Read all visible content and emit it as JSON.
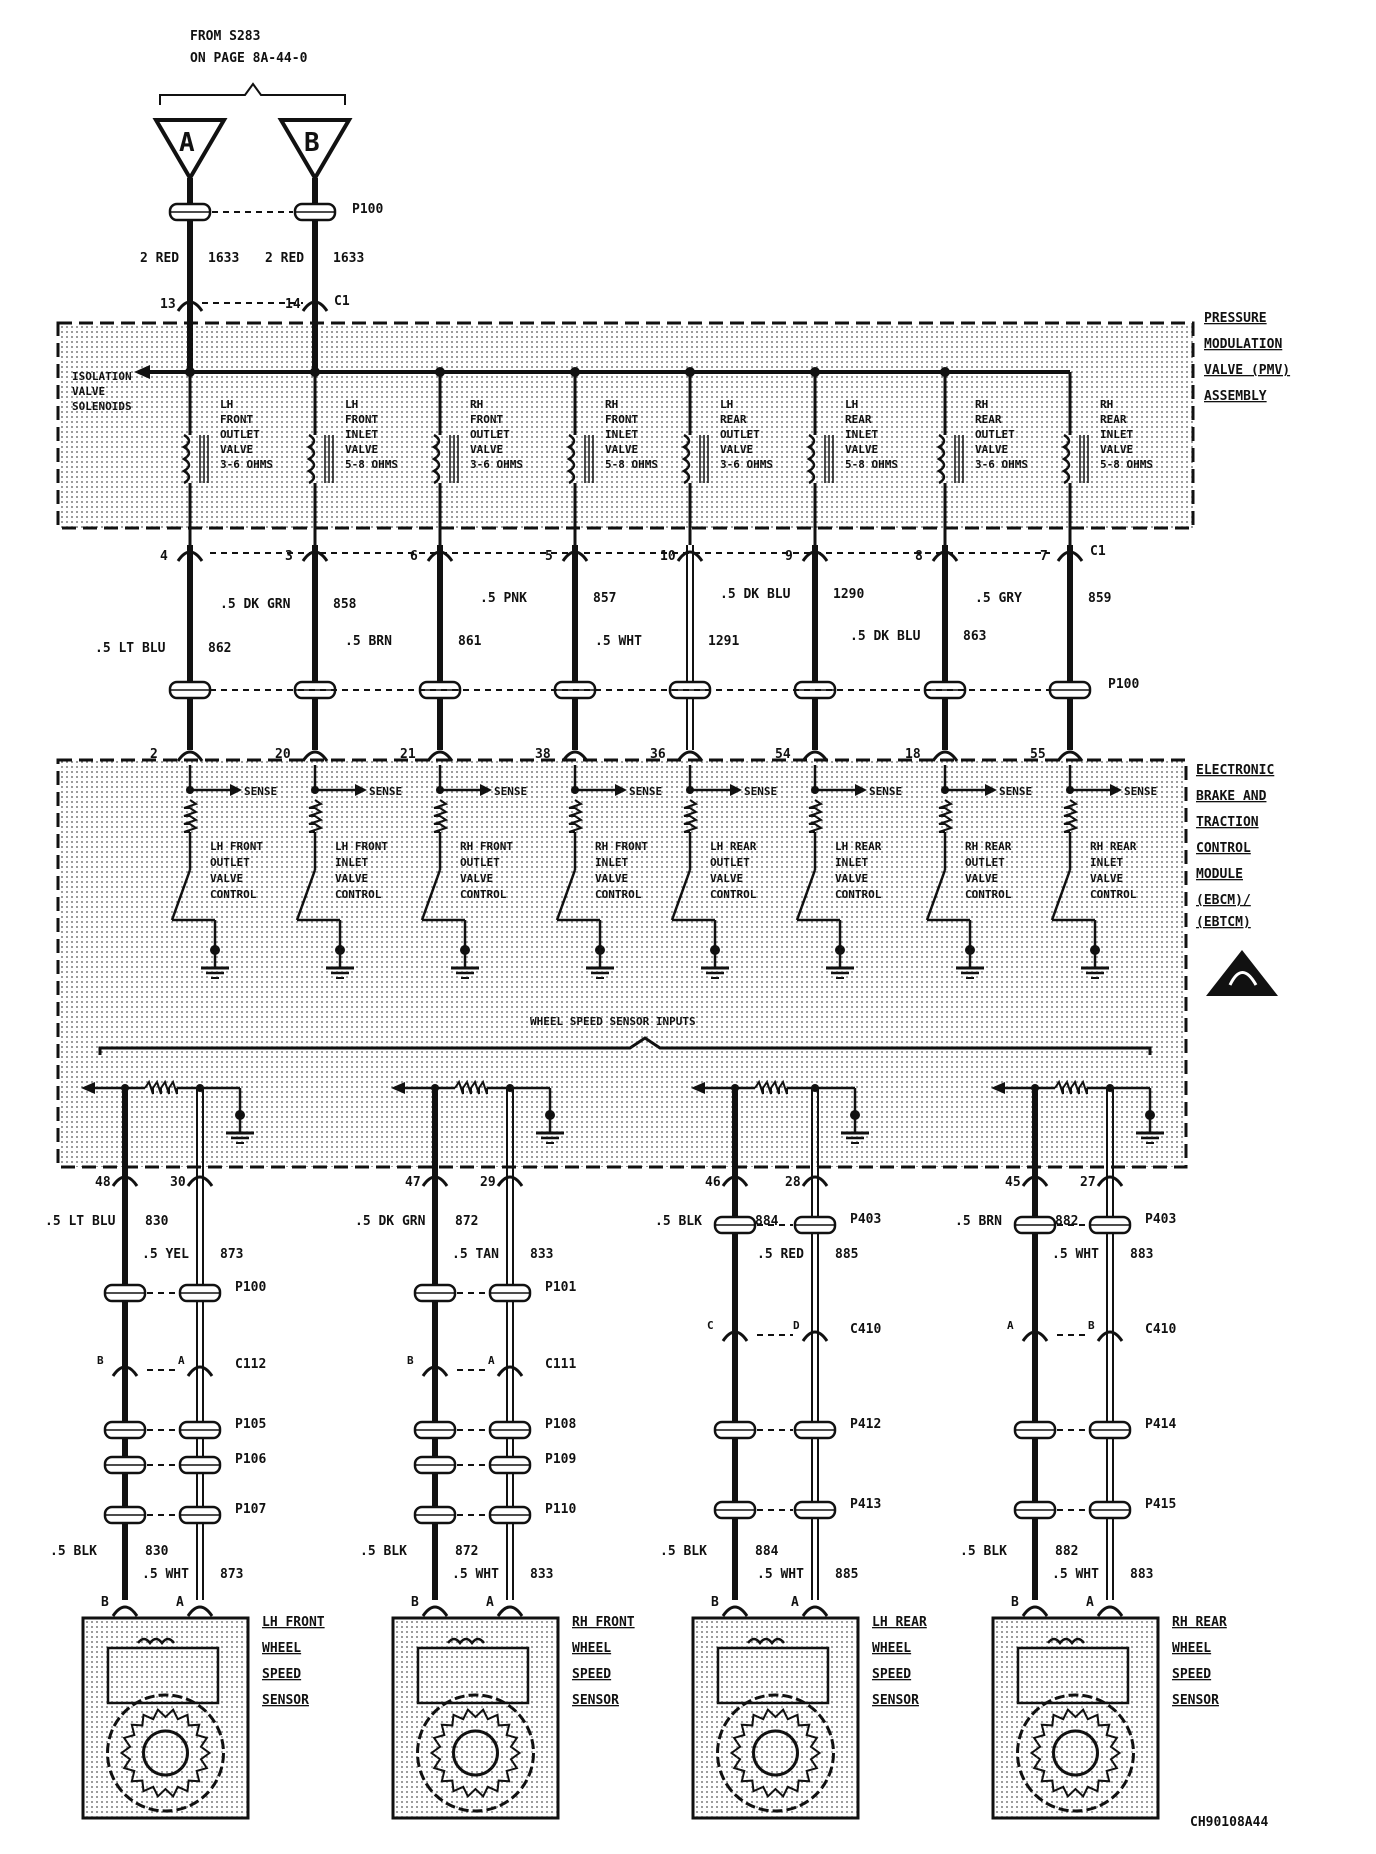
{
  "source_ref": {
    "line1": "FROM S283",
    "line2": "ON PAGE 8A-44-0"
  },
  "top_connectors": [
    {
      "letter": "A",
      "gauge": "2 RED",
      "circuit": "1633",
      "pin": "13"
    },
    {
      "letter": "B",
      "gauge": "2 RED",
      "circuit": "1633",
      "pin": "14"
    }
  ],
  "connector_names": {
    "p100": "P100",
    "c1": "C1"
  },
  "pmv": {
    "title": [
      "PRESSURE",
      "MODULATION",
      "VALVE (PMV)",
      "ASSEMBLY"
    ],
    "isolation_label": [
      "ISOLATION",
      "VALVE",
      "SOLENOIDS"
    ],
    "solenoids": [
      {
        "lines": [
          "LH",
          "FRONT",
          "OUTLET",
          "VALVE",
          "3-6 OHMS"
        ],
        "pin": "4",
        "gauge": ".5 LT BLU",
        "circuit": "862",
        "module_pin": "2"
      },
      {
        "lines": [
          "LH",
          "FRONT",
          "INLET",
          "VALVE",
          "5-8 OHMS"
        ],
        "pin": "3",
        "gauge": ".5 DK GRN",
        "circuit": "858",
        "module_pin": "20"
      },
      {
        "lines": [
          "RH",
          "FRONT",
          "OUTLET",
          "VALVE",
          "3-6 OHMS"
        ],
        "pin": "6",
        "gauge": ".5 BRN",
        "circuit": "861",
        "module_pin": "21"
      },
      {
        "lines": [
          "RH",
          "FRONT",
          "INLET",
          "VALVE",
          "5-8 OHMS"
        ],
        "pin": "5",
        "gauge": ".5 PNK",
        "circuit": "857",
        "module_pin": "38"
      },
      {
        "lines": [
          "LH",
          "REAR",
          "OUTLET",
          "VALVE",
          "3-6 OHMS"
        ],
        "pin": "10",
        "gauge": ".5 WHT",
        "circuit": "1291",
        "module_pin": "36"
      },
      {
        "lines": [
          "LH",
          "REAR",
          "INLET",
          "VALVE",
          "5-8 OHMS"
        ],
        "pin": "9",
        "gauge": ".5 DK BLU",
        "circuit": "1290",
        "module_pin": "54"
      },
      {
        "lines": [
          "RH",
          "REAR",
          "OUTLET",
          "VALVE",
          "3-6 OHMS"
        ],
        "pin": "8",
        "gauge": ".5 DK BLU",
        "circuit": "863",
        "module_pin": "18"
      },
      {
        "lines": [
          "RH",
          "REAR",
          "INLET",
          "VALVE",
          "5-8 OHMS"
        ],
        "pin": "7",
        "gauge": ".5 GRY",
        "circuit": "859",
        "module_pin": "55"
      }
    ]
  },
  "ebcm": {
    "title": [
      "ELECTRONIC",
      "BRAKE AND",
      "TRACTION",
      "CONTROL",
      "MODULE",
      "(EBCM)/",
      "(EBTCM)"
    ],
    "sense": "SENSE",
    "controls": [
      [
        "LH FRONT",
        "OUTLET",
        "VALVE",
        "CONTROL"
      ],
      [
        "LH FRONT",
        "INLET",
        "VALVE",
        "CONTROL"
      ],
      [
        "RH FRONT",
        "OUTLET",
        "VALVE",
        "CONTROL"
      ],
      [
        "RH FRONT",
        "INLET",
        "VALVE",
        "CONTROL"
      ],
      [
        "LH REAR",
        "OUTLET",
        "VALVE",
        "CONTROL"
      ],
      [
        "LH REAR",
        "INLET",
        "VALVE",
        "CONTROL"
      ],
      [
        "RH REAR",
        "OUTLET",
        "VALVE",
        "CONTROL"
      ],
      [
        "RH REAR",
        "INLET",
        "VALVE",
        "CONTROL"
      ]
    ],
    "wss_inputs": "WHEEL SPEED SENSOR INPUTS"
  },
  "sensors": [
    {
      "name": [
        "LH FRONT",
        "WHEEL",
        "SPEED",
        "SENSOR"
      ],
      "pins": [
        "48",
        "30"
      ],
      "gauge_top": [
        ".5 LT BLU",
        ".5 YEL"
      ],
      "circuit_top": [
        "830",
        "873"
      ],
      "connectors": [
        "P100",
        "C112",
        "P105",
        "P106",
        "P107"
      ],
      "cavities": [
        "B",
        "A"
      ],
      "gauge_bot": [
        ".5 BLK",
        ".5 WHT"
      ],
      "circuit_bot": [
        "830",
        "873"
      ],
      "sensor_pins": [
        "B",
        "A"
      ]
    },
    {
      "name": [
        "RH FRONT",
        "WHEEL",
        "SPEED",
        "SENSOR"
      ],
      "pins": [
        "47",
        "29"
      ],
      "gauge_top": [
        ".5 DK GRN",
        ".5 TAN"
      ],
      "circuit_top": [
        "872",
        "833"
      ],
      "connectors": [
        "P101",
        "C111",
        "P108",
        "P109",
        "P110"
      ],
      "cavities": [
        "B",
        "A"
      ],
      "gauge_bot": [
        ".5 BLK",
        ".5 WHT"
      ],
      "circuit_bot": [
        "872",
        "833"
      ],
      "sensor_pins": [
        "B",
        "A"
      ]
    },
    {
      "name": [
        "LH REAR",
        "WHEEL",
        "SPEED",
        "SENSOR"
      ],
      "pins": [
        "46",
        "28"
      ],
      "gauge_top": [
        ".5 BLK",
        ".5 RED"
      ],
      "circuit_top": [
        "884",
        "885"
      ],
      "connectors": [
        "P403",
        "C410",
        "P412",
        "P413"
      ],
      "cavities": [
        "C",
        "D"
      ],
      "gauge_bot": [
        ".5 BLK",
        ".5 WHT"
      ],
      "circuit_bot": [
        "884",
        "885"
      ],
      "sensor_pins": [
        "B",
        "A"
      ]
    },
    {
      "name": [
        "RH REAR",
        "WHEEL",
        "SPEED",
        "SENSOR"
      ],
      "pins": [
        "45",
        "27"
      ],
      "gauge_top": [
        ".5 BRN",
        ".5 WHT"
      ],
      "circuit_top": [
        "882",
        "883"
      ],
      "connectors": [
        "P403",
        "C410",
        "P414",
        "P415"
      ],
      "cavities": [
        "A",
        "B"
      ],
      "gauge_bot": [
        ".5 BLK",
        ".5 WHT"
      ],
      "circuit_bot": [
        "882",
        "883"
      ],
      "sensor_pins": [
        "B",
        "A"
      ]
    }
  ],
  "figure_id": "CH90108A44",
  "colors": {
    "ink": "#111111",
    "shade": "#d9d9d9",
    "paper": "#ffffff"
  }
}
